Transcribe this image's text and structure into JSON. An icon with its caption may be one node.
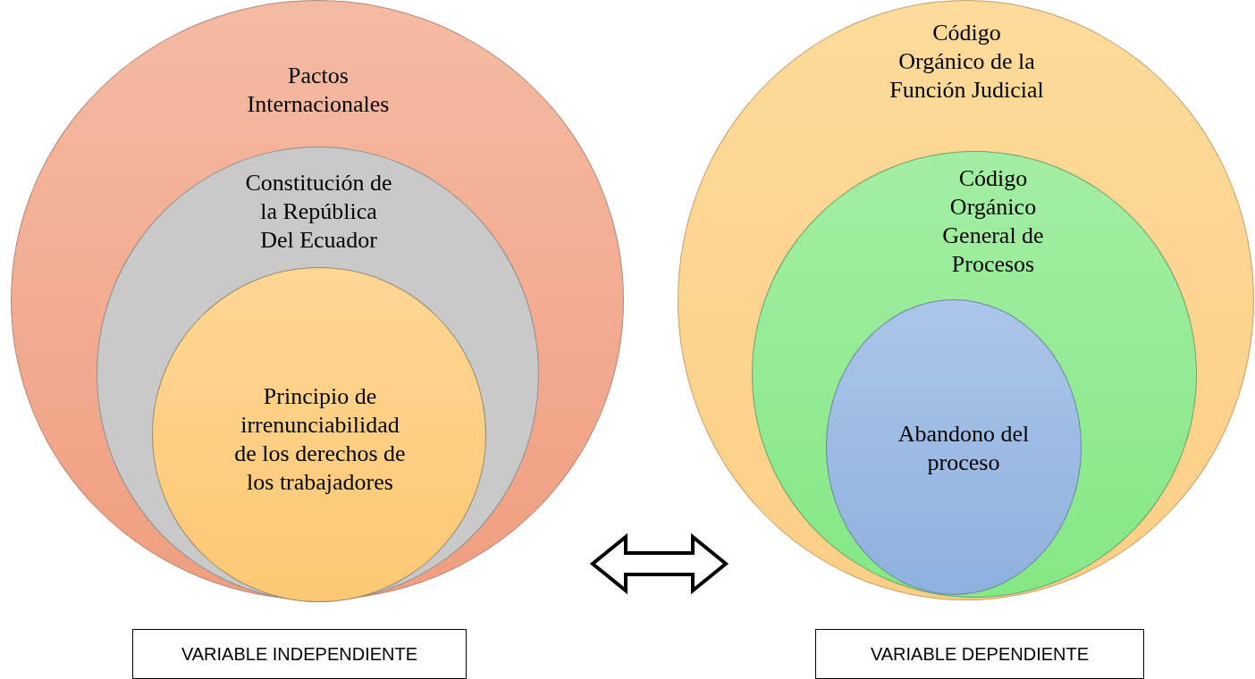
{
  "diagram": {
    "nodes": [
      {
        "text": [
          "Pactos Internacionales"
        ]
      },
      {
        "text": [
          "Constitución de la República Del Ecuador"
        ],
        "in": 0
      },
      {
        "text": [
          "Principio de irrenunciabilidad de los derechos de los trabajadores"
        ],
        "in": 1
      },
      {
        "text": [
          "Código Orgánico de la Función Judicial"
        ]
      },
      {
        "text": [
          "Código Orgánico General de Procesos"
        ],
        "in": 3
      },
      {
        "text": [
          "Abandono del proceso"
        ],
        "in": 4
      },
      {
        "text": [
          "VARIABLE INDEPENDIENTE"
        ]
      },
      {
        "text": [
          "VARIABLE DEPENDIENTE"
        ]
      }
    ],
    "edges": [
      {
        "from": 0,
        "to": 3,
        "arrow": "both",
        "style": "thick"
      }
    ]
  }
}
